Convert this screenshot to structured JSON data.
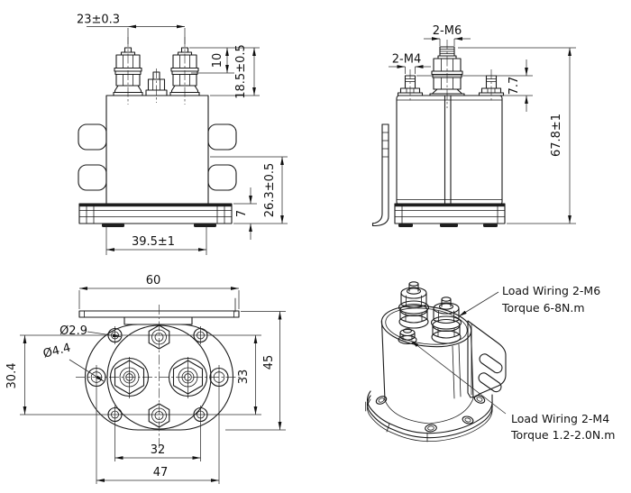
{
  "sheet": {
    "background": "#ffffff",
    "line_color": "#1a1a1a"
  },
  "views": {
    "front": {
      "dims": {
        "terminal_spacing": "23±0.3",
        "nut_height": "10",
        "terminal_height": "18.5±0.5",
        "body_height": "26.3±0.5",
        "flange_thickness": "7",
        "base_width": "39.5±1"
      }
    },
    "side": {
      "dims": {
        "load_thread": "2-M6",
        "coil_thread": "2-M4",
        "coil_stud_height": "7.7",
        "overall_height": "67.8±1"
      }
    },
    "top": {
      "dims": {
        "bracket_width": "60",
        "pilot_hole_dia": "Ø2.9",
        "mount_hole_dia": "Ø4.4",
        "row_spacing_left": "30.4",
        "overall_depth": "45",
        "row_spacing_right": "33",
        "column_spacing": "32",
        "mount_spacing": "47"
      }
    },
    "iso": {
      "callout_m6": {
        "line1": "Load Wiring 2-M6",
        "line2": "Torque 6-8N.m"
      },
      "callout_m4": {
        "line1": "Load Wiring 2-M4",
        "line2": "Torque 1.2-2.0N.m"
      }
    }
  }
}
